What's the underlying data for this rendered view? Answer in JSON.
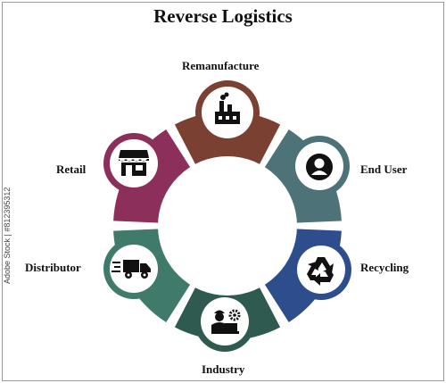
{
  "title": "Reverse Logistics",
  "colors": {
    "remanufacture": "#7a4032",
    "end_user": "#4d7378",
    "recycling": "#2e4d8c",
    "industry": "#2e5a50",
    "distributor": "#3f7a6a",
    "retail": "#8c2f5a"
  },
  "segments": [
    {
      "label": "Remanufacture",
      "icon": "factory-icon"
    },
    {
      "label": "End User",
      "icon": "user-icon"
    },
    {
      "label": "Recycling",
      "icon": "recycle-icon"
    },
    {
      "label": "Industry",
      "icon": "worker-laptop-icon"
    },
    {
      "label": "Distributor",
      "icon": "delivery-truck-icon"
    },
    {
      "label": "Retail",
      "icon": "store-icon"
    }
  ],
  "watermark": "Adobe Stock | #812395312"
}
